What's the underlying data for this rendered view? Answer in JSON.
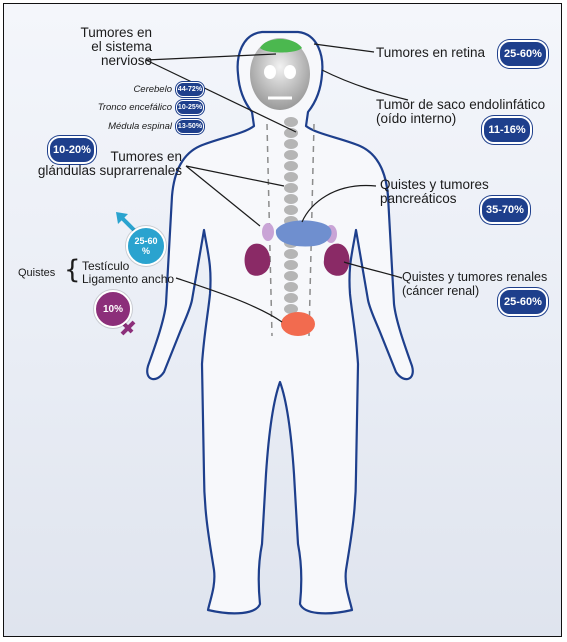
{
  "labels": {
    "nervous_system": "Tumores en\nel sistema nervioso",
    "cerebelo": "Cerebelo",
    "tronco": "Tronco encefálico",
    "medula": "Médula espinal",
    "adrenal": "Tumores en\nglándulas suprarrenales",
    "quistes": "Quistes",
    "testiculo": "Testículo",
    "ligamento": "Ligamento ancho",
    "retina": "Tumores en retina",
    "saco": "Tumor de saco endolinfático\n(oído interno)",
    "pancreas": "Quistes y tumores\npancreáticos",
    "renal": "Quistes y tumores renales\n(cáncer renal)"
  },
  "values": {
    "cerebelo": "44-72%",
    "tronco": "10-25%",
    "medula": "13-50%",
    "adrenal": "10-20%",
    "testiculo": "25-60\n%",
    "ligamento": "10%",
    "retina": "25-60%",
    "saco": "11-16%",
    "pancreas": "35-70%",
    "renal": "25-60%"
  },
  "colors": {
    "badge_blue": "#1e3f8c",
    "male_teal": "#2aa3cf",
    "female_purple": "#8c2f7a",
    "brain_green": "#4bb84f",
    "pancreas_blue": "#6f8fcf",
    "kidney_purple": "#8a2a66",
    "adrenal_lilac": "#c9a4d6",
    "ovary_orange": "#f26b4f"
  },
  "icons": {
    "male": "male-symbol-icon",
    "female": "female-symbol-icon"
  }
}
